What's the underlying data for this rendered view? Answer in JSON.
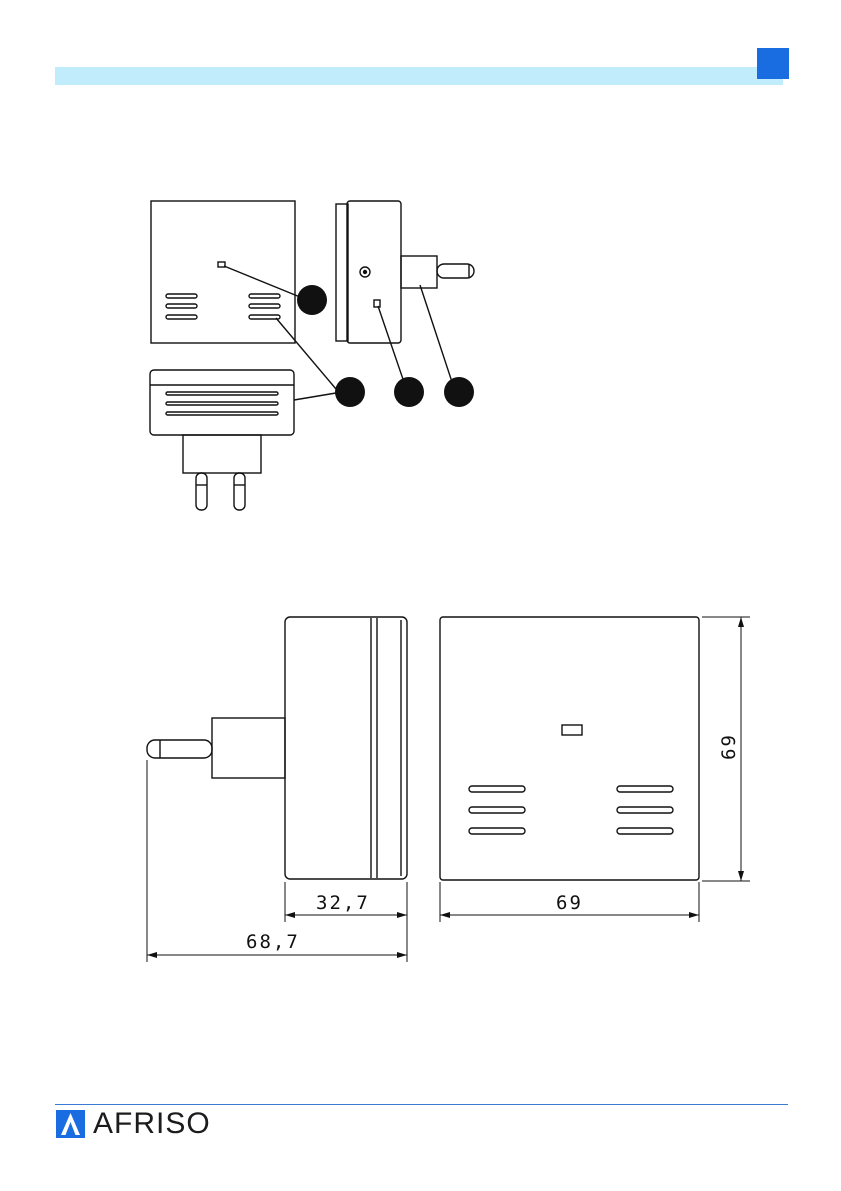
{
  "brand": {
    "name": "AFRISO"
  },
  "dimensions": {
    "depth_body": "32,7",
    "depth_total": "68,7",
    "width": "69",
    "height": "69"
  },
  "colors": {
    "header_band": "#c0ecfb",
    "accent": "#1a6de0",
    "footer_line": "#3a7bd5"
  }
}
